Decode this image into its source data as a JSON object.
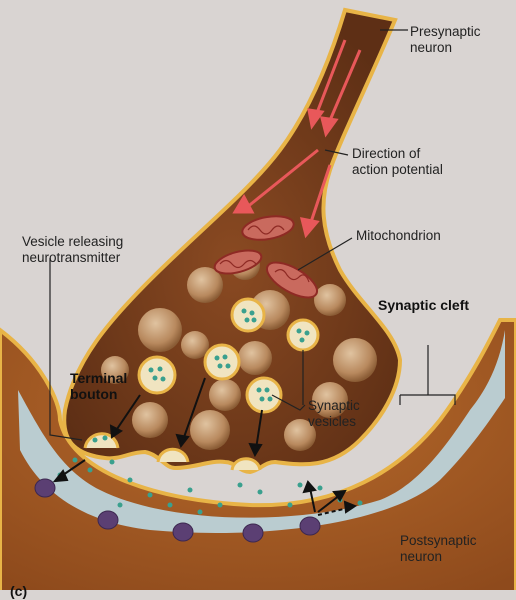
{
  "labels": {
    "presynaptic": "Presynaptic\nneuron",
    "direction": "Direction of\naction potential",
    "mitochondrion": "Mitochondrion",
    "vesicle_releasing": "Vesicle releasing\nneurotransmitter",
    "synaptic_cleft": "Synaptic cleft",
    "terminal_bouton": "Terminal\nbouton",
    "synaptic_vesicles": "Synaptic\nvesicles",
    "postsynaptic": "Postsynaptic\nneuron",
    "panel_letter": "(c)"
  },
  "colors": {
    "background": "#d9d4d2",
    "bouton_fill": "#7a3f1e",
    "membrane": "#e8b447",
    "cleft_fluid": "#bcd3da",
    "postsynaptic_fill": "#a35a23",
    "arrow": "#e8585a",
    "receptor": "#5b3f73",
    "neurotransmitter": "#3aa08e"
  }
}
